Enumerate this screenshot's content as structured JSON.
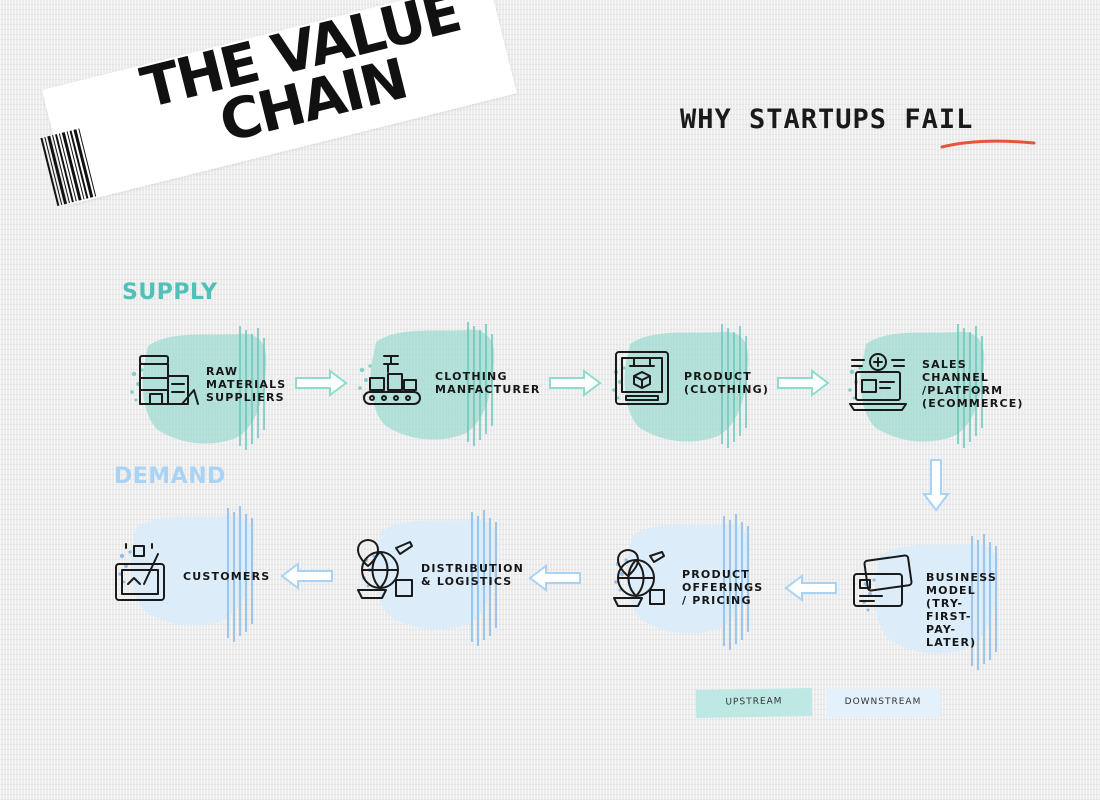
{
  "title": {
    "line1": "THE VALUE",
    "line2": "CHAIN"
  },
  "subtitle": {
    "prefix": "WHY STARTUPS ",
    "emphasis": "FAIL"
  },
  "sections": {
    "supply": "SUPPLY",
    "demand": "DEMAND"
  },
  "supply_nodes": [
    {
      "label": "RAW\nMATERIALS\nSUPPLIERS",
      "icon": "warehouse-icon"
    },
    {
      "label": "CLOTHING\nMANFACTURER",
      "icon": "factory-conveyor-icon"
    },
    {
      "label": "PRODUCT\n(CLOTHING)",
      "icon": "3d-printer-icon"
    },
    {
      "label": "SALES\nCHANNEL\n/PLATFORM\n(ECOMMERCE)",
      "icon": "laptop-network-icon"
    }
  ],
  "demand_nodes": [
    {
      "label": "BUSINESS\nMODEL (TRY-\nFIRST-PAY-\nLATER)",
      "icon": "credit-card-icon"
    },
    {
      "label": "PRODUCT\nOFFERINGS\n/ PRICING",
      "icon": "global-shipping-icon"
    },
    {
      "label": "DISTRIBUTION\n& LOGISTICS",
      "icon": "global-logistics-icon"
    },
    {
      "label": "CUSTOMERS",
      "icon": "customer-screen-icon"
    }
  ],
  "legend": {
    "upstream": "UPSTREAM",
    "downstream": "DOWNSTREAM"
  },
  "colors": {
    "supply_accent": "#4fc1b8",
    "supply_wash": "#9fdcd3",
    "demand_accent": "#a9d3f4",
    "demand_wash": "#cfe6fb",
    "fail_underline": "#e8553e"
  }
}
